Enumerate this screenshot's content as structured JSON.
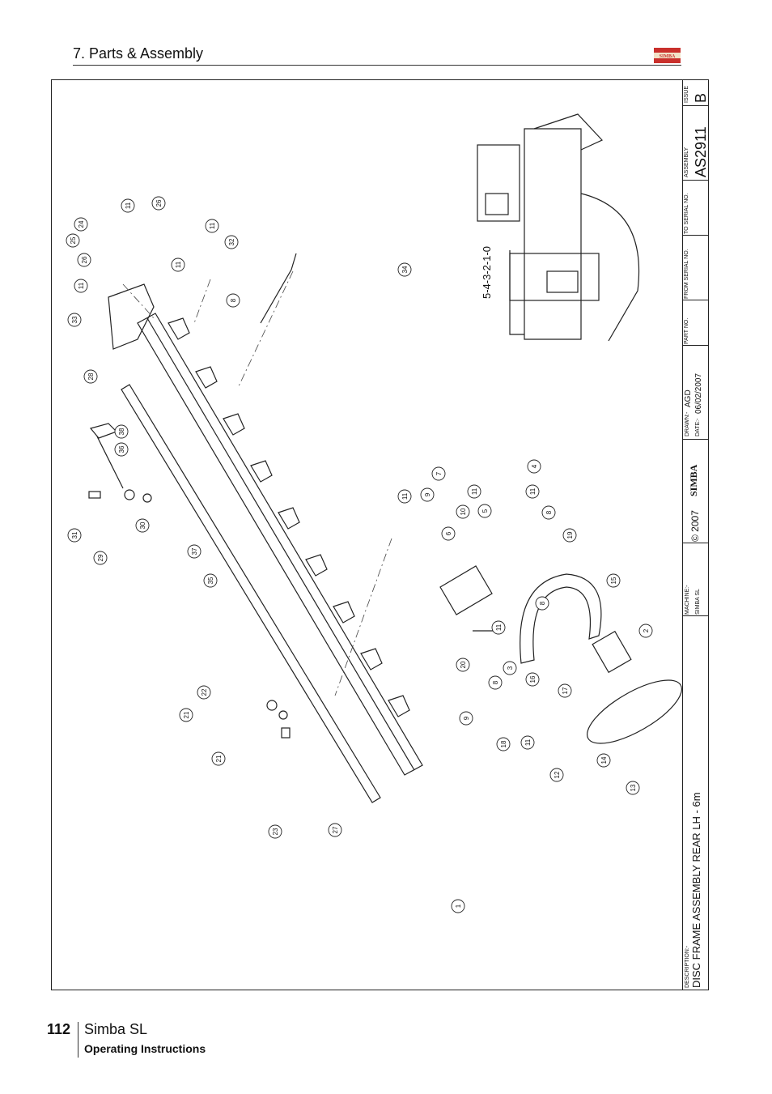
{
  "header": {
    "section_title": "7. Parts & Assembly",
    "logo_text": "SIMBA"
  },
  "title_block": {
    "description_label": "DESCRIPTION:-",
    "description": "DISC FRAME ASSEMBLY REAR LH - 6m",
    "machine_label": "MACHINE:-",
    "machine": "SIMBA SL",
    "brand": "SIMBA",
    "copyright": "© 2007",
    "drawn_label": "DRAWN:-",
    "drawn": "AGD",
    "date_label": "DATE:-",
    "date": "06/02/2007",
    "part_no_label": "PART NO.",
    "from_serial_label": "FROM SERIAL NO.",
    "to_serial_label": "TO SERIAL NO.",
    "assembly_label": "ASSEMBLY",
    "assembly": "AS2911",
    "issue_label": "ISSUE",
    "issue": "B"
  },
  "drawing": {
    "detail_label": "5-4-3-2-1-0",
    "balloons": [
      "1",
      "2",
      "3",
      "4",
      "5",
      "6",
      "7",
      "8",
      "8",
      "8",
      "8",
      "9",
      "9",
      "10",
      "11",
      "11",
      "11",
      "11",
      "11",
      "11",
      "11",
      "11",
      "11",
      "12",
      "13",
      "14",
      "15",
      "16",
      "17",
      "18",
      "19",
      "20",
      "21",
      "21",
      "22",
      "23",
      "24",
      "25",
      "26",
      "26",
      "27",
      "28",
      "29",
      "30",
      "31",
      "32",
      "33",
      "34",
      "35",
      "36",
      "37",
      "38"
    ]
  },
  "footer": {
    "page_number": "112",
    "product": "Simba SL",
    "subtitle": "Operating Instructions"
  }
}
